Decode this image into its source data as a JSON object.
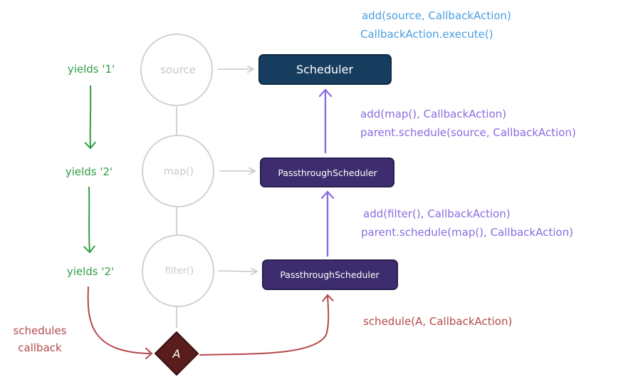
{
  "annotations": {
    "scheduler_line1": "add(source, CallbackAction)",
    "scheduler_line2": "CallbackAction.execute()",
    "map_line1": "add(map(), CallbackAction)",
    "map_line2": "parent.schedule(source, CallbackAction)",
    "filter_line1": "add(filter(), CallbackAction)",
    "filter_line2": "parent.schedule(map(), CallbackAction)",
    "schedule_line": "schedule(A, CallbackAction)"
  },
  "yields": [
    "yields '1'",
    "yields '2'",
    "yields '2'"
  ],
  "operators": [
    "source",
    "map()",
    "filter()"
  ],
  "schedulers": {
    "root": "Scheduler",
    "passthrough_map": "PassthroughScheduler",
    "passthrough_filter": "PassthroughScheduler"
  },
  "schedules_callback": [
    "schedules",
    "callback"
  ],
  "action_label": "A",
  "colors": {
    "blue_text": "#4a9ee0",
    "purple_text": "#8a6be0",
    "purple_arrow": "#8a6be0",
    "green": "#2f9e44",
    "red": "#b5484c",
    "scheduler_fill": "#173d5e",
    "passthrough_fill": "#3d2d6e",
    "diamond_fill": "#5a1d1d",
    "circle_stroke": "#d2d2d2",
    "circle_text": "#c8c8c8"
  }
}
